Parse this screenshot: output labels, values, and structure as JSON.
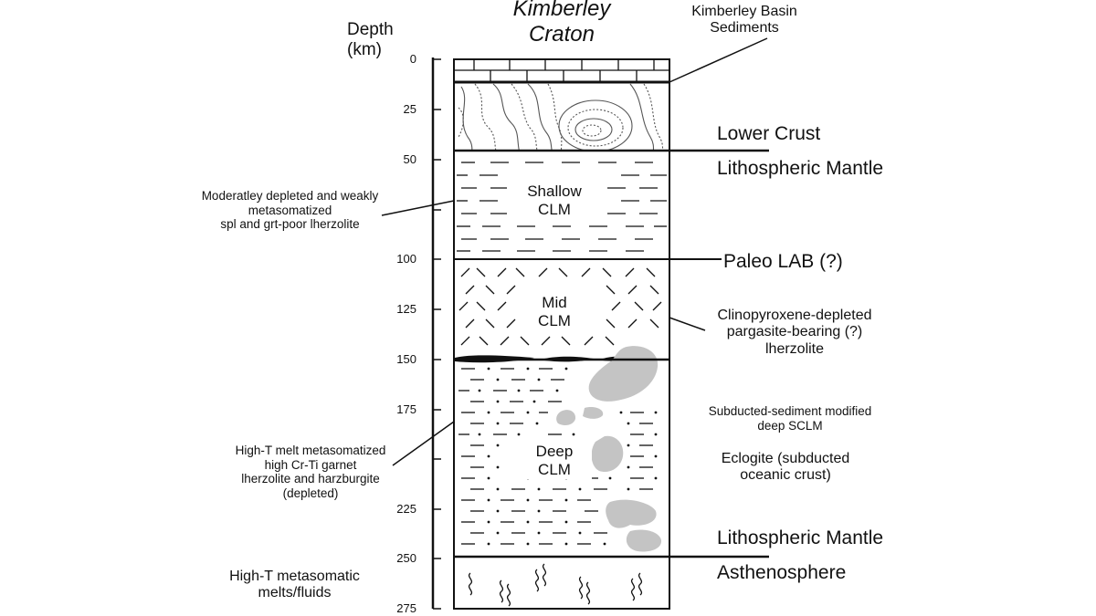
{
  "title": [
    "Kimberley",
    "Craton"
  ],
  "depth_axis": {
    "title": [
      "Depth",
      "(km)"
    ],
    "ticks": [
      "0",
      "25",
      "50",
      "100",
      "125",
      "150",
      "175",
      "225",
      "250",
      "275"
    ]
  },
  "column_labels": {
    "shallow": [
      "Shallow",
      "CLM"
    ],
    "mid": [
      "Mid",
      "CLM"
    ],
    "deep": [
      "Deep",
      "CLM"
    ]
  },
  "right_labels": {
    "sediments": [
      "Kimberley Basin",
      "Sediments"
    ],
    "lower_crust": "Lower Crust",
    "litho_mantle_top": "Lithospheric Mantle",
    "paleo_lab": "Paleo LAB (?)",
    "clinopyroxene": [
      "Clinopyroxene-depleted",
      "pargasite-bearing (?)",
      "lherzolite"
    ],
    "subducted": [
      "Subducted-sediment modified",
      "deep SCLM"
    ],
    "eclogite": [
      "Eclogite (subducted",
      "oceanic crust)"
    ],
    "litho_mantle_bottom": "Lithospheric Mantle",
    "asthenosphere": "Asthenosphere"
  },
  "left_labels": {
    "shallow_desc": [
      "Moderatley depleted and weakly",
      "metasomatized",
      "spl and grt-poor lherzolite"
    ],
    "deep_desc": [
      "High-T melt metasomatized",
      "high Cr-Ti garnet",
      "lherzolite and harzburgite",
      "(depleted)"
    ],
    "astheno_desc": [
      "High-T metasomatic",
      "melts/fluids"
    ]
  },
  "colors": {
    "line": "#111111",
    "eclogite_fill": "#c4c4c4",
    "contour": "#555555"
  }
}
